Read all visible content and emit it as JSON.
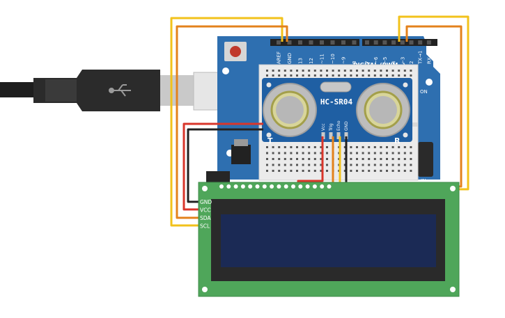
{
  "board": {
    "header_left": [
      "AREF",
      "GND",
      "13",
      "12",
      "~11",
      "~10",
      "~9",
      "8"
    ],
    "header_right": [
      "7",
      "~6",
      "~5",
      "4",
      "~3",
      "2",
      "TX→1",
      "RX←0"
    ],
    "digital_label": "DIGITAL (PWM~)",
    "on_label": "ON",
    "pin_label": "IN"
  },
  "sensor": {
    "name": "HC-SR04",
    "pins": [
      "Vcc",
      "Trig",
      "Echo",
      "GND"
    ],
    "left_marker": "T",
    "right_marker": "R"
  },
  "lcd": {
    "pins": [
      "GND",
      "VCC",
      "SDA",
      "SCL"
    ],
    "screen_color": "#1b2a55",
    "pcb_color": "#4fa65a"
  },
  "colors": {
    "board_blue": "#2e6fb0",
    "wire_yellow": "#f2c21b",
    "wire_orange": "#e3821c",
    "wire_red": "#d9362b",
    "wire_black": "#222222"
  }
}
